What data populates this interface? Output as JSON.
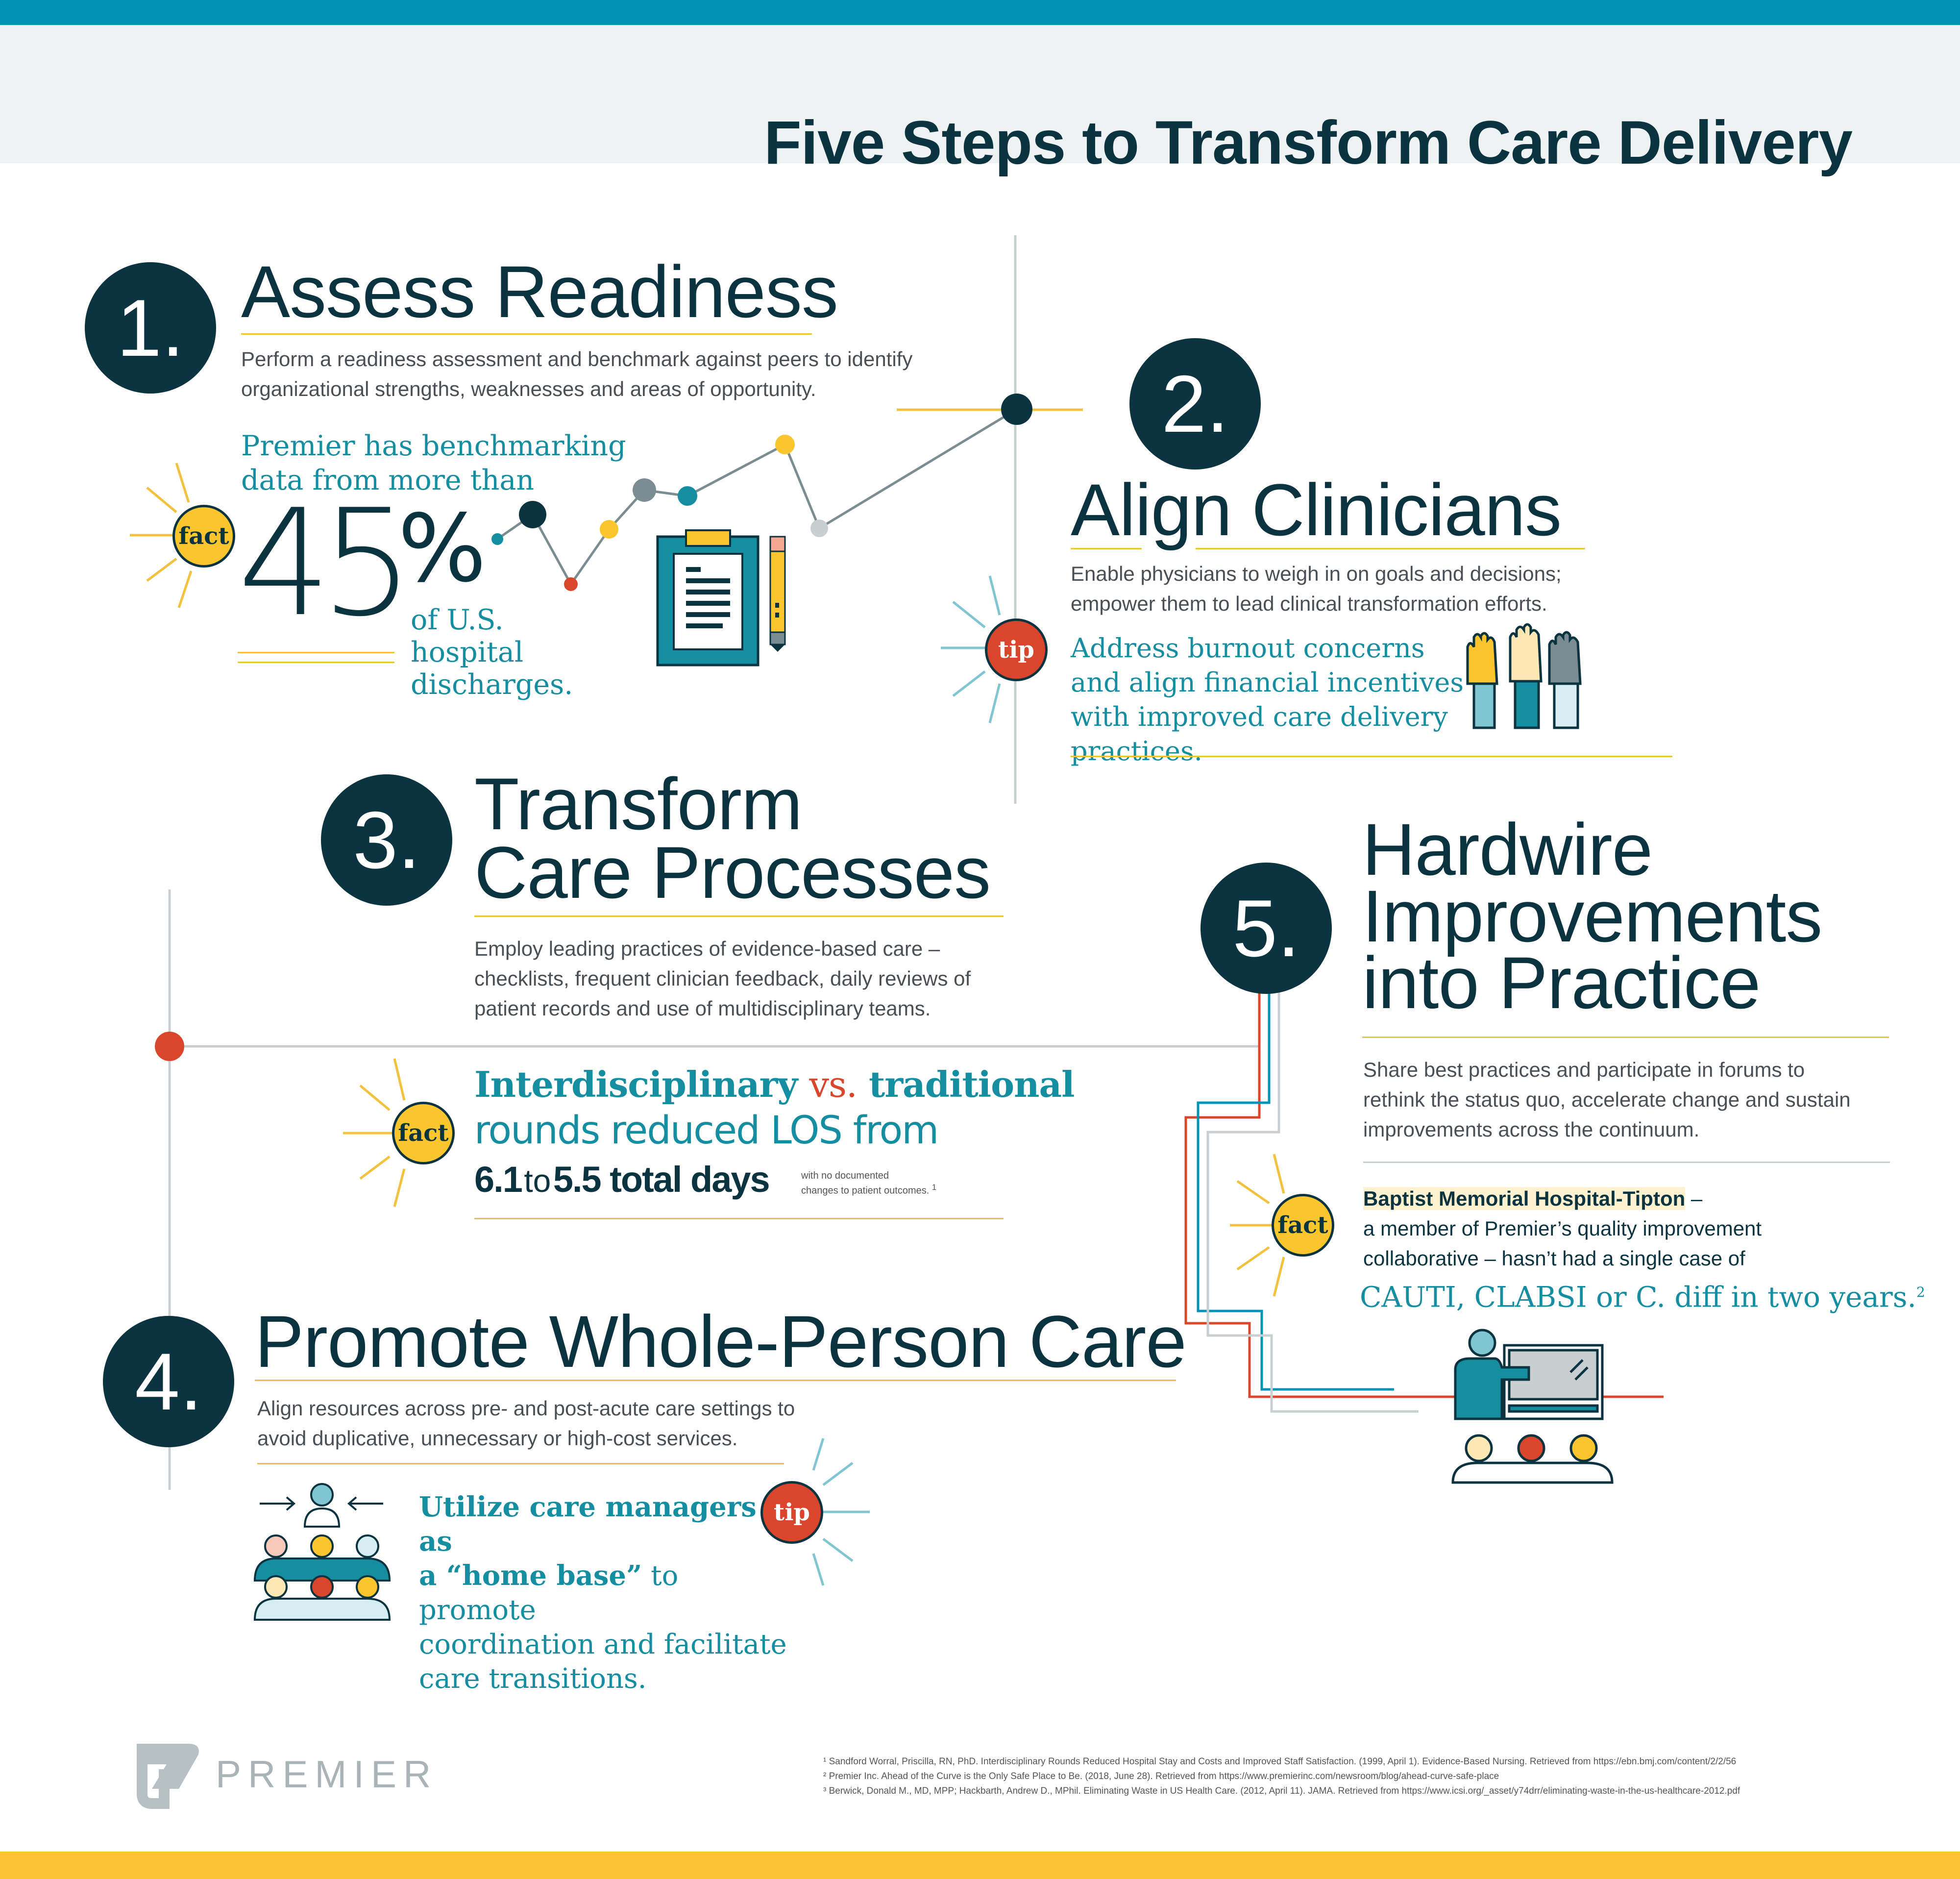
{
  "title": "Five Steps to Transform Care Delivery",
  "steps": {
    "s1": {
      "number": "1.",
      "heading": "Assess Readiness",
      "body": "Perform a readiness assessment and benchmark against peers to identify organizational strengths, weaknesses and areas of opportunity.",
      "badge": "fact",
      "fact_intro": "Premier has benchmarking data from more than",
      "fact_number": "45",
      "fact_unit": "%",
      "fact_outro": "of U.S. hospital discharges."
    },
    "s2": {
      "number": "2.",
      "heading": "Align Clinicians",
      "body": "Enable physicians to weigh in on goals and decisions; empower them to lead clinical transformation efforts.",
      "badge": "tip",
      "tip": "Address burnout concerns and align financial incentives with improved care delivery practices."
    },
    "s3": {
      "number": "3.",
      "heading_line1": "Transform",
      "heading_line2": "Care Processes",
      "body": "Employ leading practices of evidence-based care – checklists, frequent clinician feedback, daily reviews of patient records and use of multidisciplinary teams.",
      "badge": "fact",
      "fact_a": "Interdisciplinary",
      "fact_vs": "vs.",
      "fact_b": "traditional",
      "fact_line2": "rounds reduced LOS from",
      "fact_from": "6.1",
      "fact_to_word": "to",
      "fact_to": "5.5 total days",
      "fact_note_line1": "with no documented",
      "fact_note_line2": "changes to patient outcomes.",
      "fact_sup": "1"
    },
    "s4": {
      "number": "4.",
      "heading": "Promote Whole-Person Care",
      "body": "Align resources across pre- and post-acute care settings to avoid duplicative, unnecessary or high-cost services.",
      "badge": "tip",
      "tip_a": "Utilize care managers as",
      "tip_b_bold": "a “home base”",
      "tip_b_rest": "to promote",
      "tip_c": "coordination and facilitate",
      "tip_d": "care transitions."
    },
    "s5": {
      "number": "5.",
      "heading_line1": "Hardwire",
      "heading_line2": "Improvements",
      "heading_line3": "into Practice",
      "body": "Share best practices and participate in forums to rethink the status quo, accelerate change and sustain improvements across the continuum.",
      "badge": "fact",
      "fact_org": "Baptist Memorial Hospital-Tipton",
      "fact_dash": " –",
      "fact_line2": "a member of Premier’s quality improvement",
      "fact_line3": "collaborative – hasn’t had a single case of",
      "fact_line4": "CAUTI, CLABSI or C. diff in two years.",
      "fact_sup": "2"
    }
  },
  "logo": {
    "text": "PREMIER"
  },
  "references": [
    "¹ Sandford Worral, Priscilla, RN, PhD. Interdisciplinary Rounds Reduced Hospital Stay and Costs and Improved Staff Satisfaction. (1999, April 1). Evidence-Based Nursing. Retrieved from https://ebn.bmj.com/content/2/2/56",
    "² Premier Inc. Ahead of the Curve is the Only Safe Place to Be. (2018, June 28). Retrieved from https://www.premierinc.com/newsroom/blog/ahead-curve-safe-place",
    "³ Berwick, Donald M., MD, MPP; Hackbarth, Andrew D., MPhil. Eliminating Waste in US Health Care. (2012, April 11). JAMA. Retrieved from https://www.icsi.org/_asset/y74drr/eliminating-waste-in-the-us-healthcare-2012.pdf"
  ],
  "colors": {
    "navy": "#0b3440",
    "teal": "#148ea0",
    "blue": "#0093b6",
    "yellow": "#fbc52d",
    "red": "#d9462b",
    "gray": "#c9cfd1"
  },
  "icons": [
    "line-chart-icon",
    "clipboard-icon",
    "pencil-icon",
    "raised-hands-icon",
    "care-team-icon",
    "presenter-icon",
    "premier-logo-icon"
  ]
}
